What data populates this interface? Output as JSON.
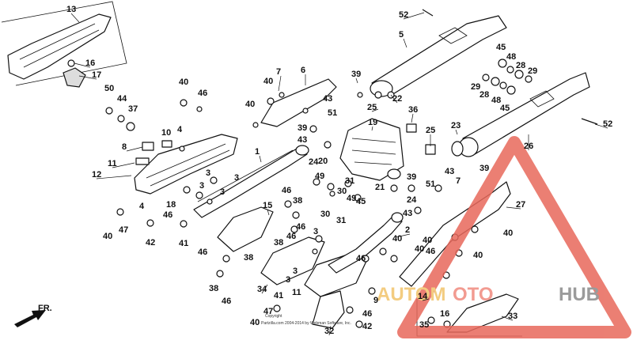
{
  "diagram": {
    "callouts": [
      {
        "id": "c13a",
        "text": "13"
      },
      {
        "id": "c16a",
        "text": "16"
      },
      {
        "id": "c17a",
        "text": "17"
      },
      {
        "id": "c52a",
        "text": "52"
      },
      {
        "id": "c5",
        "text": "5"
      },
      {
        "id": "c45a",
        "text": "45"
      },
      {
        "id": "c48a",
        "text": "48"
      },
      {
        "id": "c28a",
        "text": "28"
      },
      {
        "id": "c29a",
        "text": "29"
      },
      {
        "id": "c29b",
        "text": "29"
      },
      {
        "id": "c28b",
        "text": "28"
      },
      {
        "id": "c48b",
        "text": "48"
      },
      {
        "id": "c45b",
        "text": "45"
      },
      {
        "id": "c39a",
        "text": "39"
      },
      {
        "id": "c22",
        "text": "22"
      },
      {
        "id": "c25a",
        "text": "25"
      },
      {
        "id": "c36",
        "text": "36"
      },
      {
        "id": "c7",
        "text": "7"
      },
      {
        "id": "c40a",
        "text": "40"
      },
      {
        "id": "c6",
        "text": "6"
      },
      {
        "id": "c43a",
        "text": "43"
      },
      {
        "id": "c51a",
        "text": "51"
      },
      {
        "id": "c40b",
        "text": "40"
      },
      {
        "id": "c46a",
        "text": "46"
      },
      {
        "id": "c40c",
        "text": "40"
      },
      {
        "id": "c50",
        "text": "50"
      },
      {
        "id": "c44",
        "text": "44"
      },
      {
        "id": "c37",
        "text": "37"
      },
      {
        "id": "c10",
        "text": "10"
      },
      {
        "id": "c4a",
        "text": "4"
      },
      {
        "id": "c8",
        "text": "8"
      },
      {
        "id": "c11",
        "text": "11"
      },
      {
        "id": "c12",
        "text": "12"
      },
      {
        "id": "c1",
        "text": "1"
      },
      {
        "id": "c39b",
        "text": "39"
      },
      {
        "id": "c43b",
        "text": "43"
      },
      {
        "id": "c19",
        "text": "19"
      },
      {
        "id": "c25b",
        "text": "25"
      },
      {
        "id": "c23",
        "text": "23"
      },
      {
        "id": "c26",
        "text": "26"
      },
      {
        "id": "c52b",
        "text": "52"
      },
      {
        "id": "c3a",
        "text": "3"
      },
      {
        "id": "c3b",
        "text": "3"
      },
      {
        "id": "c3c",
        "text": "3"
      },
      {
        "id": "c3d",
        "text": "3"
      },
      {
        "id": "c24a",
        "text": "24"
      },
      {
        "id": "c20",
        "text": "20"
      },
      {
        "id": "c49a",
        "text": "49"
      },
      {
        "id": "c30a",
        "text": "30"
      },
      {
        "id": "c31a",
        "text": "31"
      },
      {
        "id": "c21",
        "text": "21"
      },
      {
        "id": "c43c",
        "text": "43"
      },
      {
        "id": "c39c",
        "text": "39"
      },
      {
        "id": "c7b",
        "text": "7"
      },
      {
        "id": "c39d",
        "text": "39"
      },
      {
        "id": "c24b",
        "text": "24"
      },
      {
        "id": "c51b",
        "text": "51"
      },
      {
        "id": "c49b",
        "text": "49"
      },
      {
        "id": "c45c",
        "text": "45"
      },
      {
        "id": "c30b",
        "text": "30"
      },
      {
        "id": "c31b",
        "text": "31"
      },
      {
        "id": "c43d",
        "text": "43"
      },
      {
        "id": "c27",
        "text": "27"
      },
      {
        "id": "c46b",
        "text": "46"
      },
      {
        "id": "c38a",
        "text": "38"
      },
      {
        "id": "c46c",
        "text": "46"
      },
      {
        "id": "c4b",
        "text": "4"
      },
      {
        "id": "c18",
        "text": "18"
      },
      {
        "id": "c46d",
        "text": "46"
      },
      {
        "id": "c15",
        "text": "15"
      },
      {
        "id": "c40d",
        "text": "40"
      },
      {
        "id": "c47a",
        "text": "47"
      },
      {
        "id": "c42a",
        "text": "42"
      },
      {
        "id": "c41a",
        "text": "41"
      },
      {
        "id": "c46e",
        "text": "46"
      },
      {
        "id": "c38b",
        "text": "38"
      },
      {
        "id": "c38c",
        "text": "38"
      },
      {
        "id": "c46f",
        "text": "46"
      },
      {
        "id": "c3e",
        "text": "3"
      },
      {
        "id": "c2",
        "text": "2"
      },
      {
        "id": "c40e",
        "text": "40"
      },
      {
        "id": "c46g",
        "text": "46"
      },
      {
        "id": "c40f",
        "text": "40"
      },
      {
        "id": "c40g",
        "text": "40"
      },
      {
        "id": "c46h",
        "text": "46"
      },
      {
        "id": "c40h",
        "text": "40"
      },
      {
        "id": "c40i",
        "text": "40"
      },
      {
        "id": "c38d",
        "text": "38"
      },
      {
        "id": "c46i",
        "text": "46"
      },
      {
        "id": "c34",
        "text": "34"
      },
      {
        "id": "c3f",
        "text": "3"
      },
      {
        "id": "c3g",
        "text": "3"
      },
      {
        "id": "c41b",
        "text": "41"
      },
      {
        "id": "c11b",
        "text": "11"
      },
      {
        "id": "c47b",
        "text": "47"
      },
      {
        "id": "c40j",
        "text": "40"
      },
      {
        "id": "c32",
        "text": "32"
      },
      {
        "id": "c9",
        "text": "9"
      },
      {
        "id": "c46j",
        "text": "46"
      },
      {
        "id": "c42b",
        "text": "42"
      },
      {
        "id": "c14",
        "text": "14"
      },
      {
        "id": "c35",
        "text": "35"
      },
      {
        "id": "c16b",
        "text": "16"
      },
      {
        "id": "c33",
        "text": "33"
      }
    ],
    "direction_label": "FR.",
    "copyright_line1": "Copyright",
    "copyright_line2": "Partzilla.com 2004-2014 by Webman Software, Inc."
  },
  "watermark": {
    "brand_part1": "AUTOM",
    "brand_part2": "OTO",
    "brand_part3": "HUB",
    "triangle_color": "#e8685b",
    "text_colors": {
      "auto": "#f2c46b",
      "moto": "#f08a7e",
      "hub": "#8a8a8a"
    }
  }
}
